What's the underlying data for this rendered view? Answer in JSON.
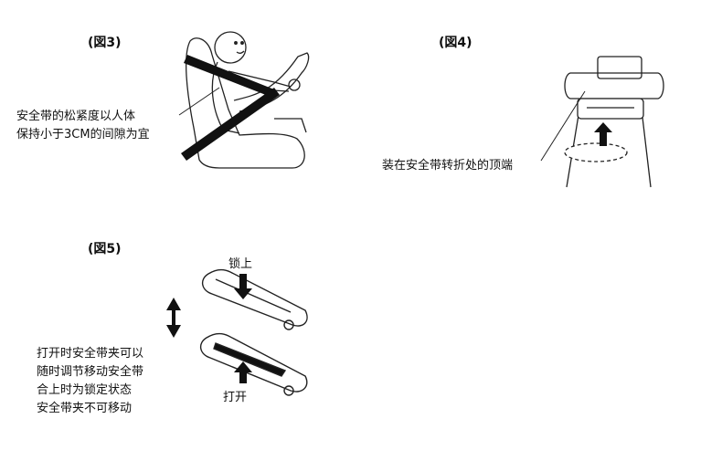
{
  "figures": {
    "fig3": {
      "label": "(図3)",
      "note_lines": [
        "安全带的松紧度以人体",
        "保持小于3CM的间隙为宜"
      ]
    },
    "fig4": {
      "label": "(図4)",
      "note": "装在安全带转折处的顶端"
    },
    "fig5": {
      "label": "(図5)",
      "lock_label": "锁上",
      "open_label": "打开",
      "note_lines": [
        "打开时安全带夹可以",
        "随时调节移动安全带",
        "合上时为锁定状态",
        "安全带夹不可移动"
      ]
    }
  }
}
